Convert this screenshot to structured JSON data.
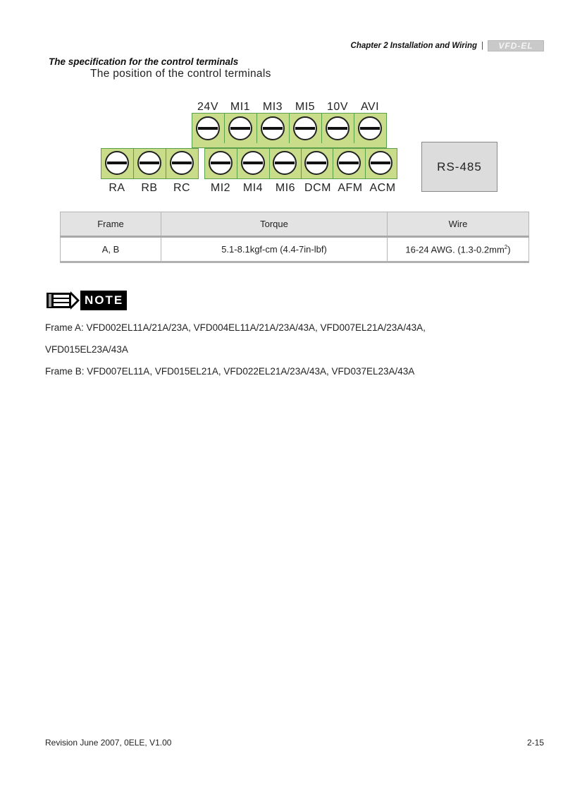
{
  "header": {
    "chapter": "Chapter 2 Installation and Wiring",
    "separator": "|",
    "logo_text": "VFD-EL"
  },
  "section": {
    "title": "The specification for the control terminals",
    "subtitle": "The position of the control terminals"
  },
  "terminals": {
    "top_row": [
      "24V",
      "MI1",
      "MI3",
      "MI5",
      "10V",
      "AVI"
    ],
    "bottom_left": [
      "RA",
      "RB",
      "RC"
    ],
    "bottom_right": [
      "MI2",
      "MI4",
      "MI6",
      "DCM",
      "AFM",
      "ACM"
    ],
    "rs485_label": "RS-485",
    "colors": {
      "block_fill": "#c9dc8a",
      "block_border": "#5aa04a",
      "rs485_fill": "#dcdcdc"
    }
  },
  "table": {
    "headers": [
      "Frame",
      "Torque",
      "Wire"
    ],
    "rows": [
      {
        "frame": "A, B",
        "torque": "5.1-8.1kgf-cm (4.4-7in-lbf)",
        "wire": "16-24 AWG. (1.3-0.2mm",
        "wire_sup": "2",
        "wire_end": ")"
      }
    ]
  },
  "note": {
    "label": "NOTE",
    "lines": [
      "Frame A: VFD002EL11A/21A/23A, VFD004EL11A/21A/23A/43A, VFD007EL21A/23A/43A,",
      "VFD015EL23A/43A",
      "Frame B: VFD007EL11A, VFD015EL21A, VFD022EL21A/23A/43A, VFD037EL23A/43A"
    ]
  },
  "footer": {
    "revision": "Revision June 2007, 0ELE, V1.00",
    "page": "2-15"
  }
}
